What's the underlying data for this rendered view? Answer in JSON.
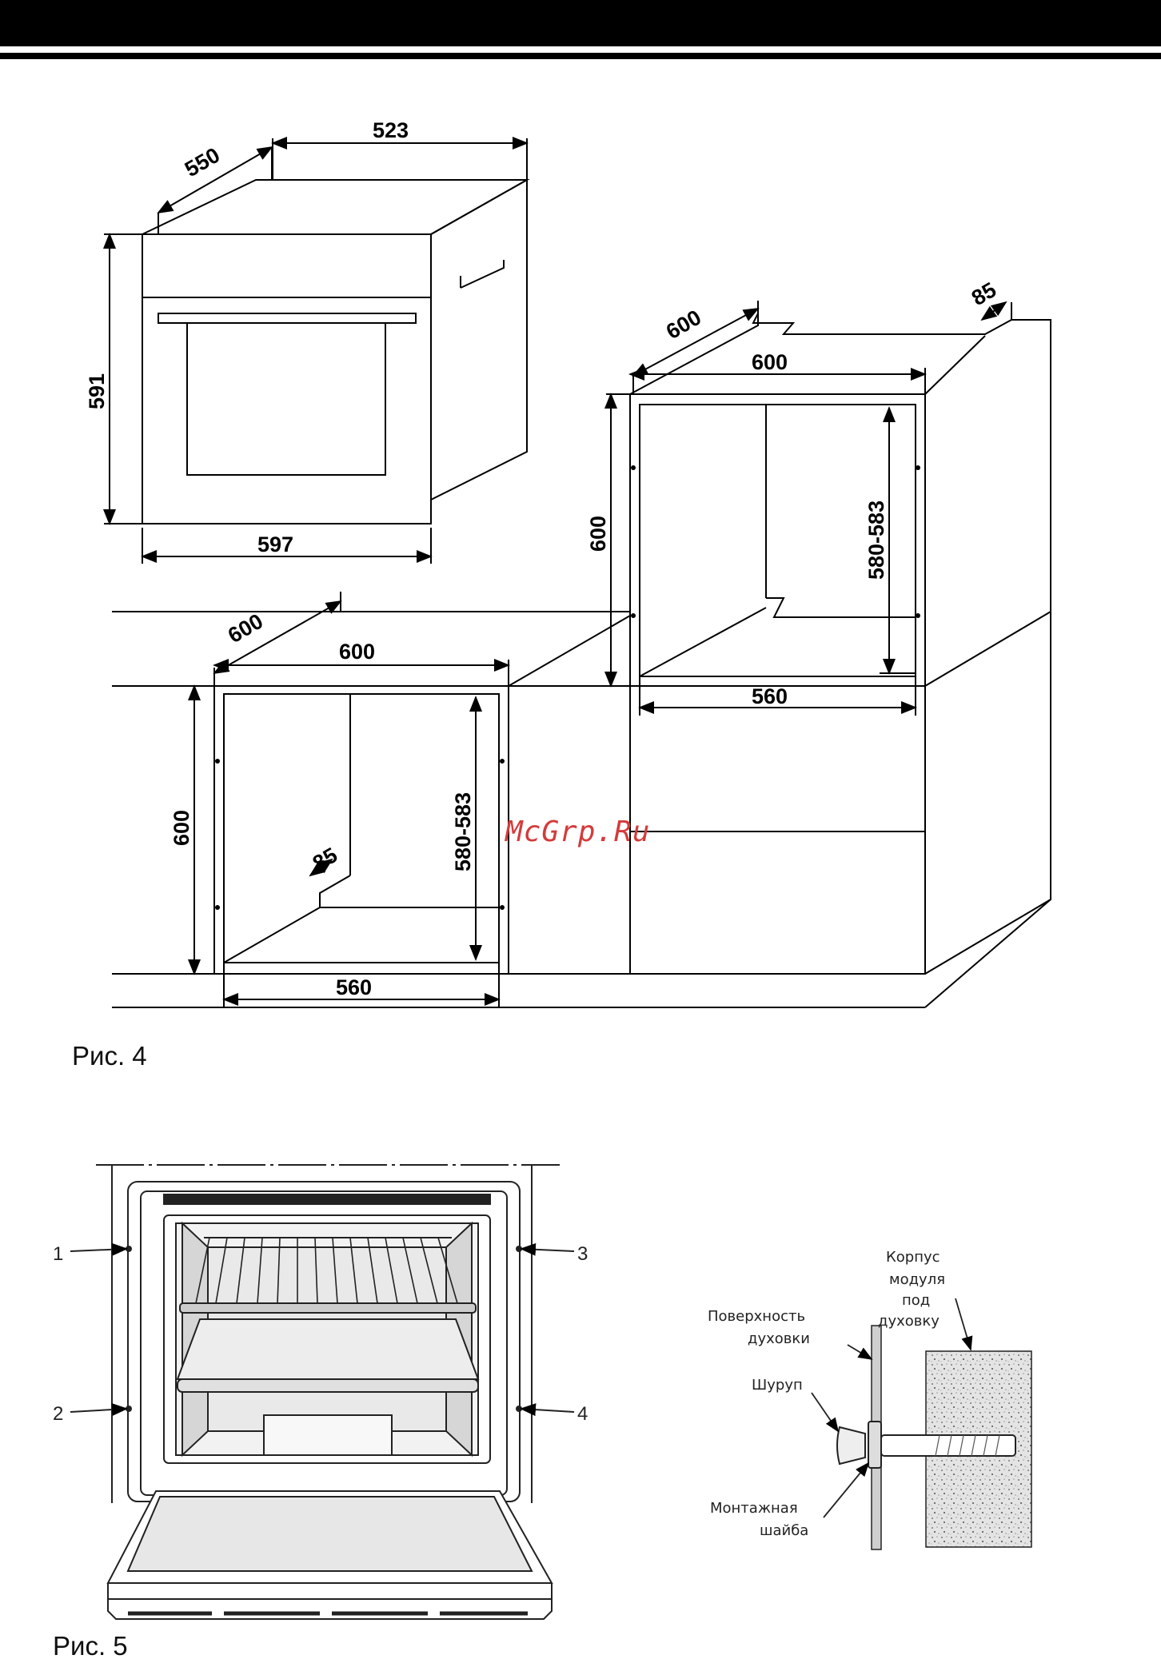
{
  "figure4": {
    "caption": "Рис. 4",
    "oven": {
      "depth": "550",
      "width_top": "523",
      "height": "591",
      "width_front": "597"
    },
    "column_cabinet": {
      "depth": "600",
      "width": "600",
      "height": "600",
      "inner_height": "580-583",
      "inner_width": "560",
      "vent": "85"
    },
    "under_counter_cabinet": {
      "depth": "600",
      "width": "600",
      "height": "600",
      "inner_height": "580-583",
      "inner_width": "560",
      "vent": "85"
    }
  },
  "figure5": {
    "caption": "Рис. 5",
    "callouts": [
      "1",
      "2",
      "3",
      "4"
    ],
    "mount_detail": {
      "body_label": [
        "Корпус",
        "модуля",
        "под",
        "духовку"
      ],
      "surface_label": [
        "Поверхность",
        "духовки"
      ],
      "screw_label": "Шуруп",
      "washer_label": [
        "Монтажная",
        "шайба"
      ]
    }
  },
  "watermark": "McGrp.Ru"
}
